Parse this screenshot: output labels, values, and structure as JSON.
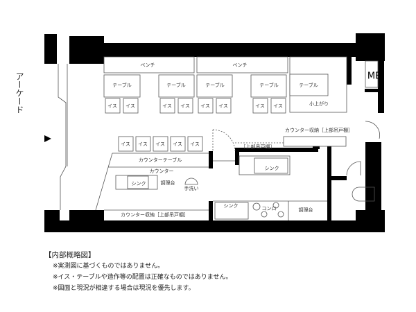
{
  "plan": {
    "arcade": "アーケード",
    "mb": "MB",
    "bench": [
      "ベンチ",
      "ベンチ"
    ],
    "tables": [
      "テーブル",
      "テーブル",
      "テーブル",
      "テーブル",
      "テーブル"
    ],
    "chair": "イス",
    "raised_area": "小上がり",
    "counter_storage_top": "カウンター収納［上部吊戸棚］",
    "upper_cabinet": "［上部吊戸棚］",
    "counter_table": "カウンターテーブル",
    "counter": "カウンター",
    "sink": "シンク",
    "prep_table": "調理台",
    "hand_wash": "手洗い",
    "counter_storage_bottom": "カウンター収納［上部吊戸棚］",
    "stove": "コンロ",
    "entrance_icon": "triangle-right-icon"
  },
  "notes": {
    "title": "【内部概略図】",
    "lines": [
      "※実測図に基づくものではありません。",
      "※イス・テーブルや造作等の配置は正確なものではありません。",
      "※図面と現況が相違する場合は現況を優先します。"
    ]
  }
}
